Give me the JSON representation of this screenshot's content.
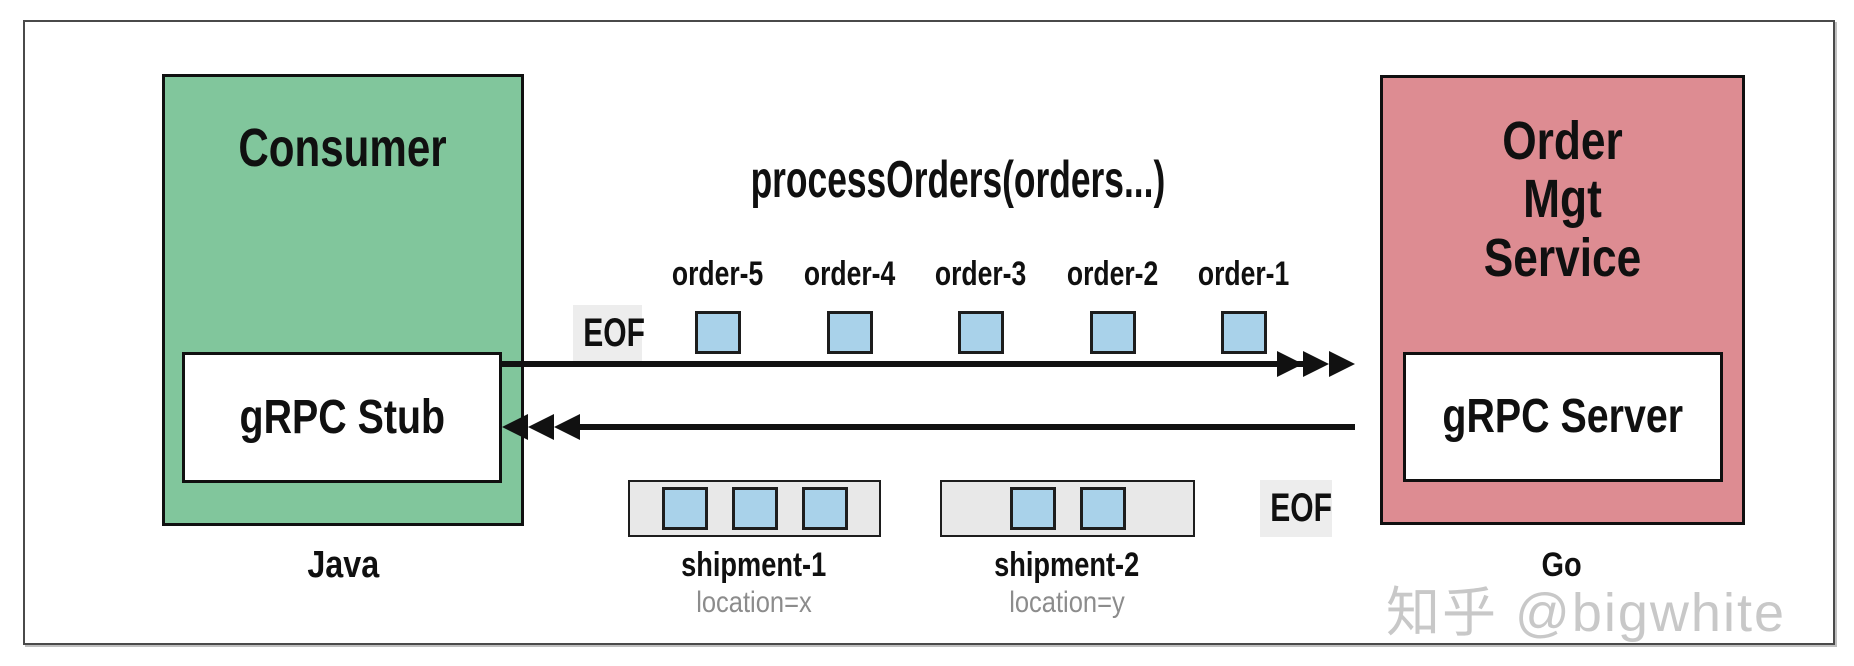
{
  "diagram": {
    "title": "processOrders(orders...)",
    "consumer": {
      "box_label": "Consumer",
      "inner_label": "gRPC Stub",
      "language_label": "Java",
      "fill_color": "#81c69c"
    },
    "service": {
      "box_label": "Order Mgt Service",
      "inner_label": "gRPC Server",
      "language_label": "Go",
      "fill_color": "#dd8c92"
    },
    "request_stream": {
      "eof_label": "EOF",
      "order_labels": [
        "order-5",
        "order-4",
        "order-3",
        "order-2",
        "order-1"
      ]
    },
    "response_stream": {
      "eof_label": "EOF",
      "shipments": [
        {
          "name": "shipment-1",
          "location": "location=x",
          "message_count": 3
        },
        {
          "name": "shipment-2",
          "location": "location=y",
          "message_count": 2
        }
      ]
    },
    "colors": {
      "message_fill": "#a9d2ea",
      "shipment_container_fill": "#e8e8e8",
      "eof_background": "#ededed",
      "arrow": "#111111",
      "watermark_text": "#c8c8c8"
    },
    "watermark": "知乎 @bigwhite"
  }
}
